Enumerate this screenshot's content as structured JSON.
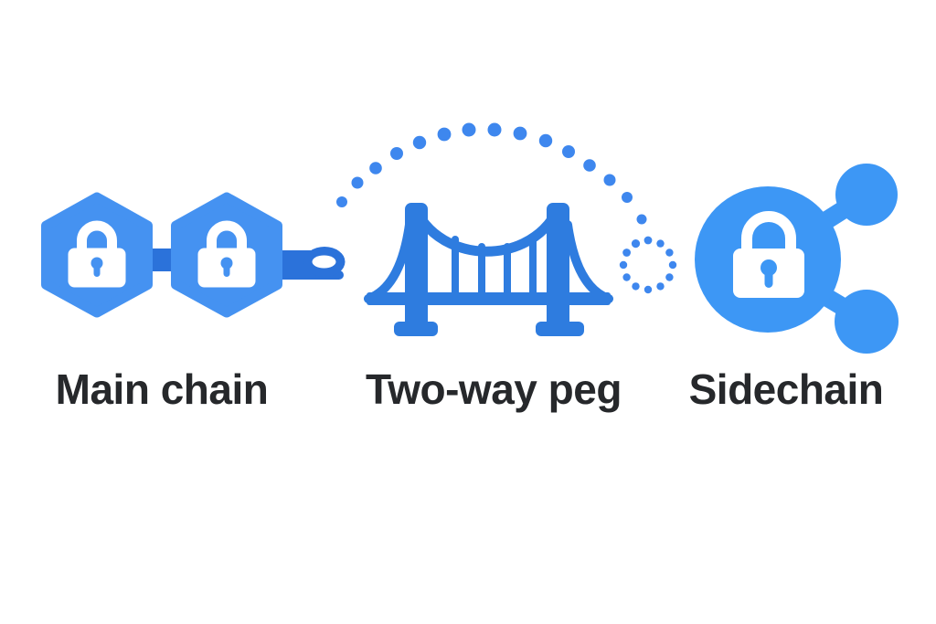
{
  "figure": {
    "items": [
      {
        "label": "Main chain",
        "icon": "chained-hexagon-locks-icon"
      },
      {
        "label": "Two-way peg",
        "icon": "suspension-bridge-icon"
      },
      {
        "label": "Sidechain",
        "icon": "lock-share-network-icon"
      }
    ],
    "colors": {
      "background": "#ffffff",
      "hexagon_blue": "#4592F1",
      "link_blue": "#2B72DA",
      "bridge_blue": "#2E7CDF",
      "dot_blue": "#3E87EE",
      "sidechain_blue": "#3D97F5",
      "lock_white": "#FFFFFF",
      "label_text": "#26282B"
    }
  }
}
